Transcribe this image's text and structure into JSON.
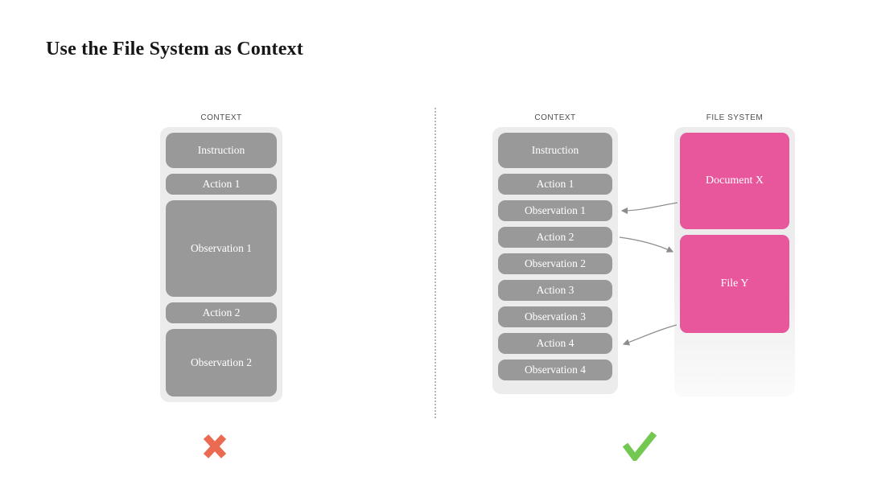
{
  "page": {
    "title": "Use the File System as Context"
  },
  "left_example": {
    "label": "CONTEXT",
    "boxes": [
      "Instruction",
      "Action 1",
      "Observation 1",
      "Action 2",
      "Observation 2"
    ],
    "verdict": "cross"
  },
  "right_example": {
    "context": {
      "label": "CONTEXT",
      "boxes": [
        "Instruction",
        "Action 1",
        "Observation 1",
        "Action 2",
        "Observation 2",
        "Action 3",
        "Observation 3",
        "Action 4",
        "Observation 4"
      ]
    },
    "file_system": {
      "label": "FILE SYSTEM",
      "boxes": [
        "Document X",
        "File Y"
      ]
    },
    "arrows": [
      {
        "from": "Document X",
        "to": "Observation 1"
      },
      {
        "from": "Action 2",
        "to": "File Y"
      },
      {
        "from": "File Y",
        "to": "Action 4"
      }
    ],
    "verdict": "check"
  },
  "colors": {
    "box_gray": "#999999",
    "panel_gray": "#ececec",
    "accent_pink": "#e8569c",
    "arrow_gray": "#8c8c8c",
    "cross_red": "#ea6b52",
    "check_green": "#72c850"
  }
}
